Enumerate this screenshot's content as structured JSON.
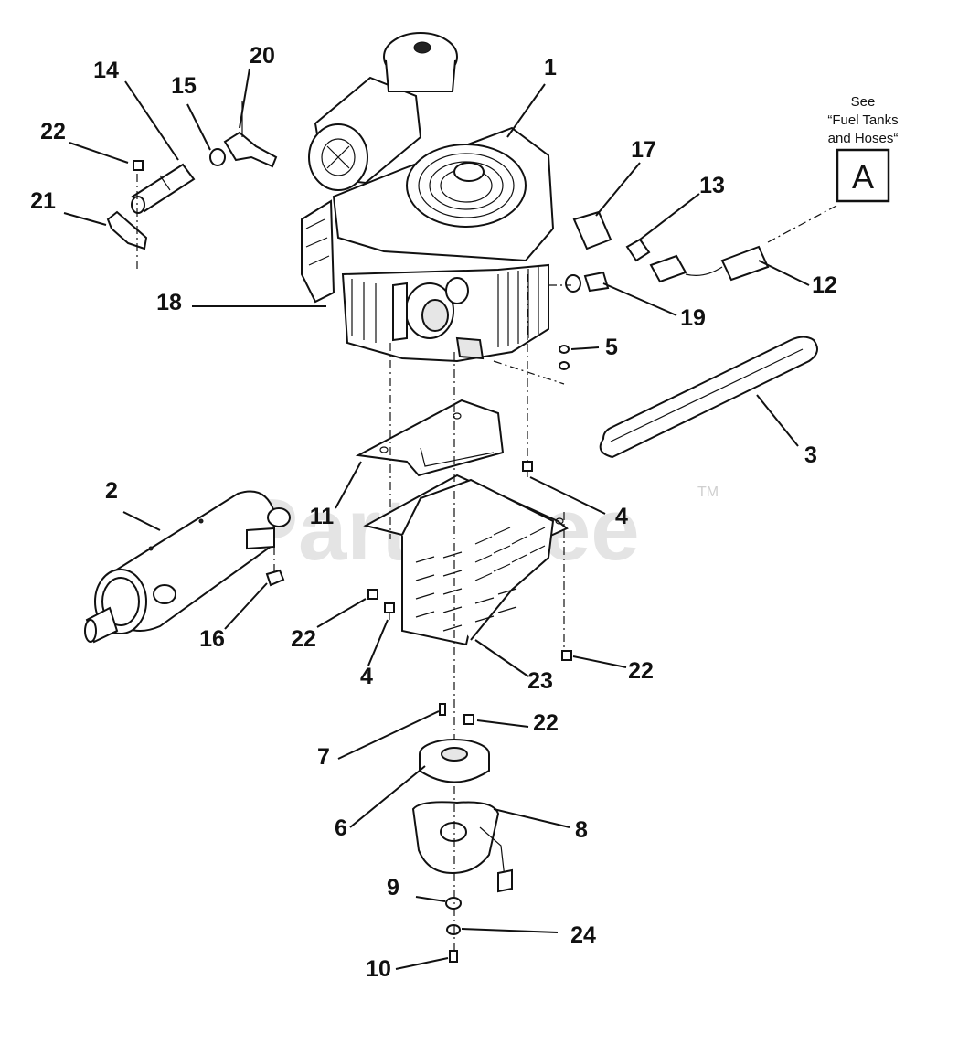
{
  "watermark": "PartsTree",
  "trademark": "TM",
  "reference_note": {
    "line1": "See",
    "line2": "“Fuel Tanks",
    "line3": "and Hoses“",
    "box_letter": "A"
  },
  "callouts": {
    "c1": "1",
    "c2": "2",
    "c3": "3",
    "c4a": "4",
    "c4b": "4",
    "c5": "5",
    "c6": "6",
    "c7": "7",
    "c8": "8",
    "c9": "9",
    "c10": "10",
    "c11": "11",
    "c12": "12",
    "c13": "13",
    "c14": "14",
    "c15": "15",
    "c16": "16",
    "c17": "17",
    "c18": "18",
    "c19": "19",
    "c20": "20",
    "c21": "21",
    "c22a": "22",
    "c22b": "22",
    "c22c": "22",
    "c22d": "22",
    "c23": "23",
    "c24": "24"
  }
}
